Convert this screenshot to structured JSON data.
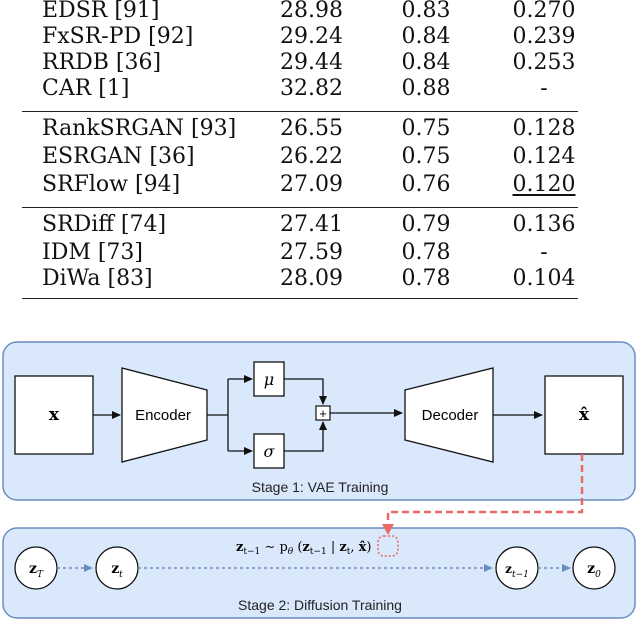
{
  "table": {
    "groups": [
      {
        "rows": [
          {
            "method": "EDSR [91]",
            "psnr": "28.98",
            "ssim": "0.83",
            "lpips": "0.270"
          },
          {
            "method": "FxSR-PD [92]",
            "psnr": "29.24",
            "ssim": "0.84",
            "lpips": "0.239"
          },
          {
            "method": "RRDB [36]",
            "psnr": "29.44",
            "ssim": "0.84",
            "lpips": "0.253"
          },
          {
            "method": "CAR [1]",
            "psnr": "32.82",
            "ssim": "0.88",
            "lpips": "-"
          }
        ]
      },
      {
        "rows": [
          {
            "method": "RankSRGAN [93]",
            "psnr": "26.55",
            "ssim": "0.75",
            "lpips": "0.128"
          },
          {
            "method": "ESRGAN [36]",
            "psnr": "26.22",
            "ssim": "0.75",
            "lpips": "0.124"
          },
          {
            "method": "SRFlow [94]",
            "psnr": "27.09",
            "ssim": "0.76",
            "lpips": "0.120",
            "lpips_underlined": true
          }
        ]
      },
      {
        "rows": [
          {
            "method": "SRDiff [74]",
            "psnr": "27.41",
            "ssim": "0.79",
            "lpips": "0.136"
          },
          {
            "method": "IDM [73]",
            "psnr": "27.59",
            "ssim": "0.78",
            "lpips": "-"
          },
          {
            "method": "DiWa [83]",
            "psnr": "28.09",
            "ssim": "0.78",
            "lpips": "0.104"
          }
        ]
      }
    ]
  },
  "diagram": {
    "stage1": {
      "caption": "Stage 1: VAE Training",
      "input_symbol": "x",
      "encoder_label": "Encoder",
      "mu_symbol": "μ",
      "sigma_symbol": "σ",
      "plus_symbol": "+",
      "decoder_label": "Decoder",
      "output_symbol": "x̂"
    },
    "stage2": {
      "caption": "Stage 2: Diffusion Training",
      "nodes": [
        "z_T",
        "z_t",
        "z_{t−1}",
        "z_0"
      ],
      "equation": {
        "lhs": "z",
        "lhs_sub": "t−1",
        "rel": " ∼ p",
        "p_sub": "θ",
        "open": " (",
        "arg1": "z",
        "arg1_sub": "t−1",
        "bar": " | ",
        "arg2": "z",
        "arg2_sub": "t",
        "comma": ", ",
        "cond": "x̂",
        "close": ")"
      }
    },
    "colors": {
      "panel_fill": "#dae8fc",
      "panel_stroke": "#6c8ebf",
      "dashed_red": "#ea6b66",
      "dotted_blue": "#6c8ebf"
    }
  }
}
